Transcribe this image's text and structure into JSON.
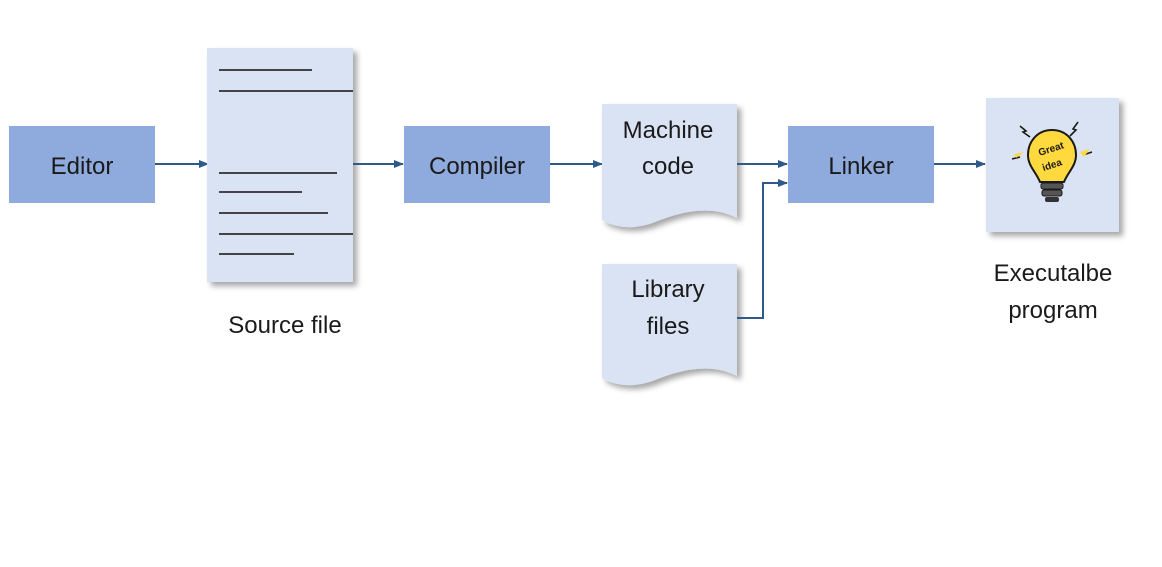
{
  "nodes": {
    "editor": {
      "label": "Editor"
    },
    "source_file": {
      "caption": "Source file"
    },
    "compiler": {
      "label": "Compiler"
    },
    "machine_code": {
      "line1": "Machine",
      "line2": "code"
    },
    "library_files": {
      "line1": "Library",
      "line2": "files"
    },
    "linker": {
      "label": "Linker"
    },
    "executable": {
      "line1": "Executalbe",
      "line2": "program",
      "icon": "great-idea-lightbulb-icon",
      "icon_text_1": "Great",
      "icon_text_2": "idea"
    }
  },
  "colors": {
    "process_box": "#8faadc",
    "document": "#dae3f3",
    "arrow": "#2e5a8a",
    "bulb": "#ffd93d"
  }
}
